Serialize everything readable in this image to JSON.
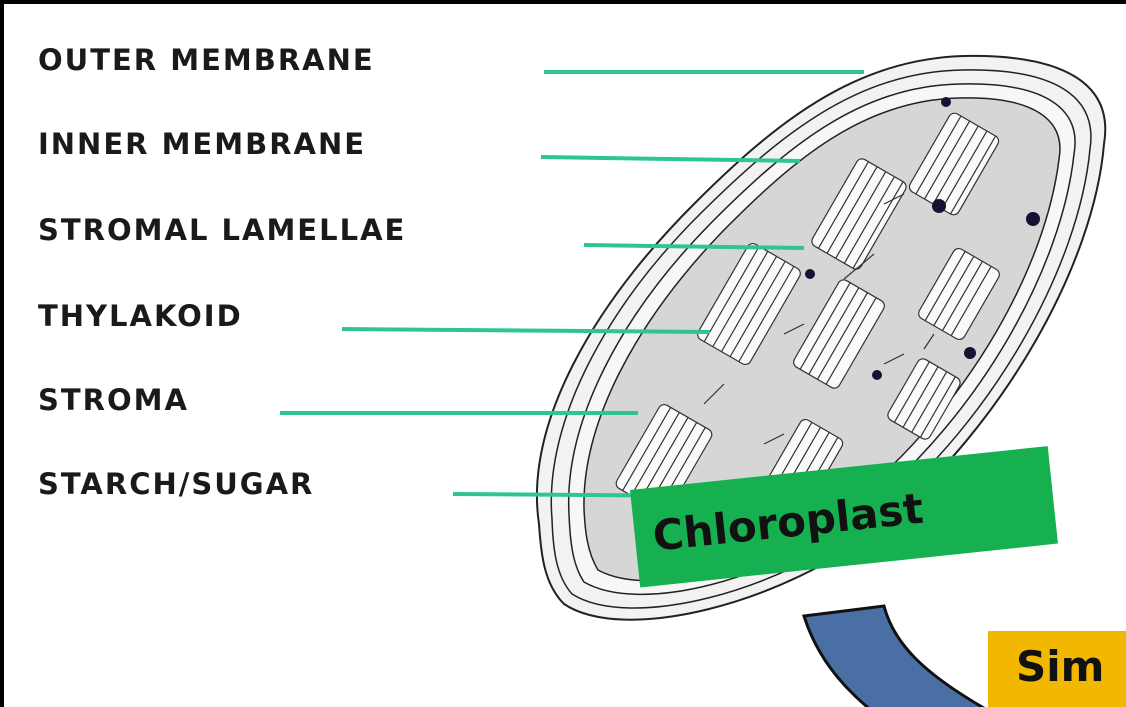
{
  "labels": {
    "outer_membrane": "OUTER MEMBRANE",
    "inner_membrane": "INNER MEMBRANE",
    "stromal_lamellae": "STROMAL LAMELLAE",
    "thylakoid": "THYLAKOID",
    "stroma": "STROMA",
    "starch_sugar": "STARCH/SUGAR"
  },
  "badges": {
    "chloroplast": "Chloroplast",
    "similar": "Sim"
  },
  "colors": {
    "leader_line": "#2ec494",
    "chloroplast_badge": "#16b050",
    "similar_badge": "#f2b800",
    "arrow": "#4a6fa5",
    "organelle_fill": "#d6d6d6"
  }
}
